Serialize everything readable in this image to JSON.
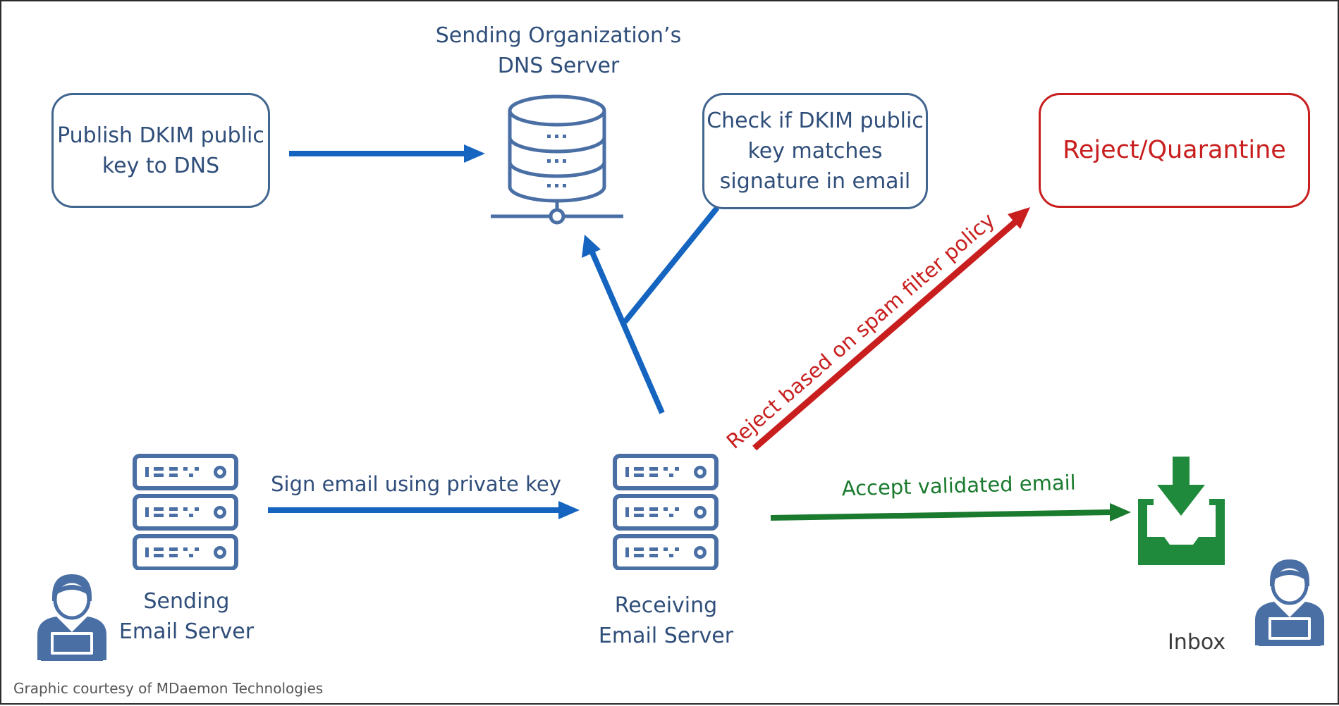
{
  "dns_server": {
    "label": "Sending Organization’s\nDNS Server"
  },
  "boxes": {
    "publish": "Publish DKIM public\nkey to DNS",
    "check": "Check if DKIM public\nkey matches\nsignature in email",
    "reject": "Reject/Quarantine"
  },
  "edges": {
    "sign": "Sign email using private key",
    "reject_policy": "Reject based on spam filter policy",
    "accept": "Accept validated email"
  },
  "nodes": {
    "sending_server": "Sending\nEmail Server",
    "receiving_server": "Receiving\nEmail Server",
    "inbox": "Inbox"
  },
  "credit": "Graphic courtesy of MDaemon Technologies",
  "colors": {
    "blue_arrow": "#1464c0",
    "red_arrow": "#c81e1e",
    "green_arrow": "#1a7a2e",
    "icon_blue": "#4a6fa5",
    "inbox_green": "#1f8a3c"
  }
}
